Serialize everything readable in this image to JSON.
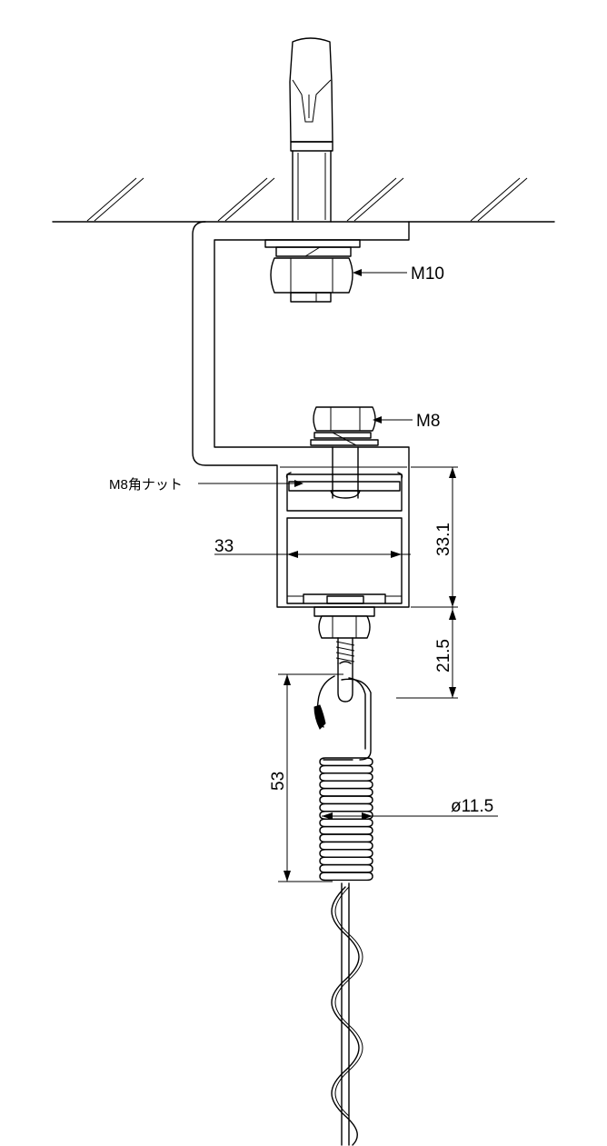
{
  "labels": {
    "anchor_nut": "M10",
    "hook_bolt": "M8",
    "square_nut": "M8角ナット"
  },
  "dimensions": {
    "bracket_width": "33",
    "bracket_height": "33.1",
    "drop_length": "21.5",
    "spring_length": "53",
    "spring_diameter": "ø11.5"
  }
}
